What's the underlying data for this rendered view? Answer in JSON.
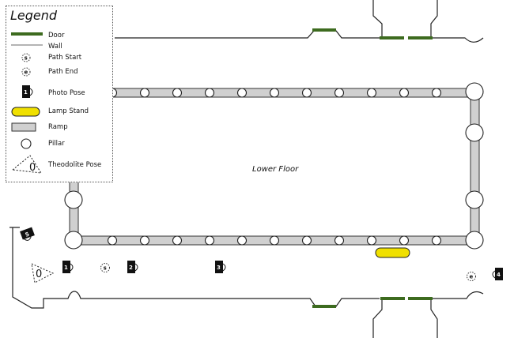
{
  "legend": {
    "title": "Legend",
    "items": {
      "door": "Door",
      "wall": "Wall",
      "path_start": "Path Start",
      "path_end": "Path End",
      "photo_pose": "Photo Pose",
      "lamp_stand": "Lamp Stand",
      "ramp": "Ramp",
      "pillar": "Pillar",
      "theodolite_pose": "Theodolite Pose"
    }
  },
  "map": {
    "floor_label": "Lower Floor",
    "path_start_letter": "s",
    "path_end_letter": "e",
    "theodolite_pose_number": "0",
    "photo_poses": [
      "1",
      "2",
      "3",
      "4",
      "5"
    ],
    "legend_samples": {
      "photo_pose_number": "1",
      "theodolite_number": "0",
      "start": "s",
      "end": "e"
    }
  },
  "colors": {
    "door": "#3d6b1f",
    "wall": "#222222",
    "ramp_fill": "#d0d0d0",
    "lamp": "#f0e000",
    "pose": "#111111"
  }
}
